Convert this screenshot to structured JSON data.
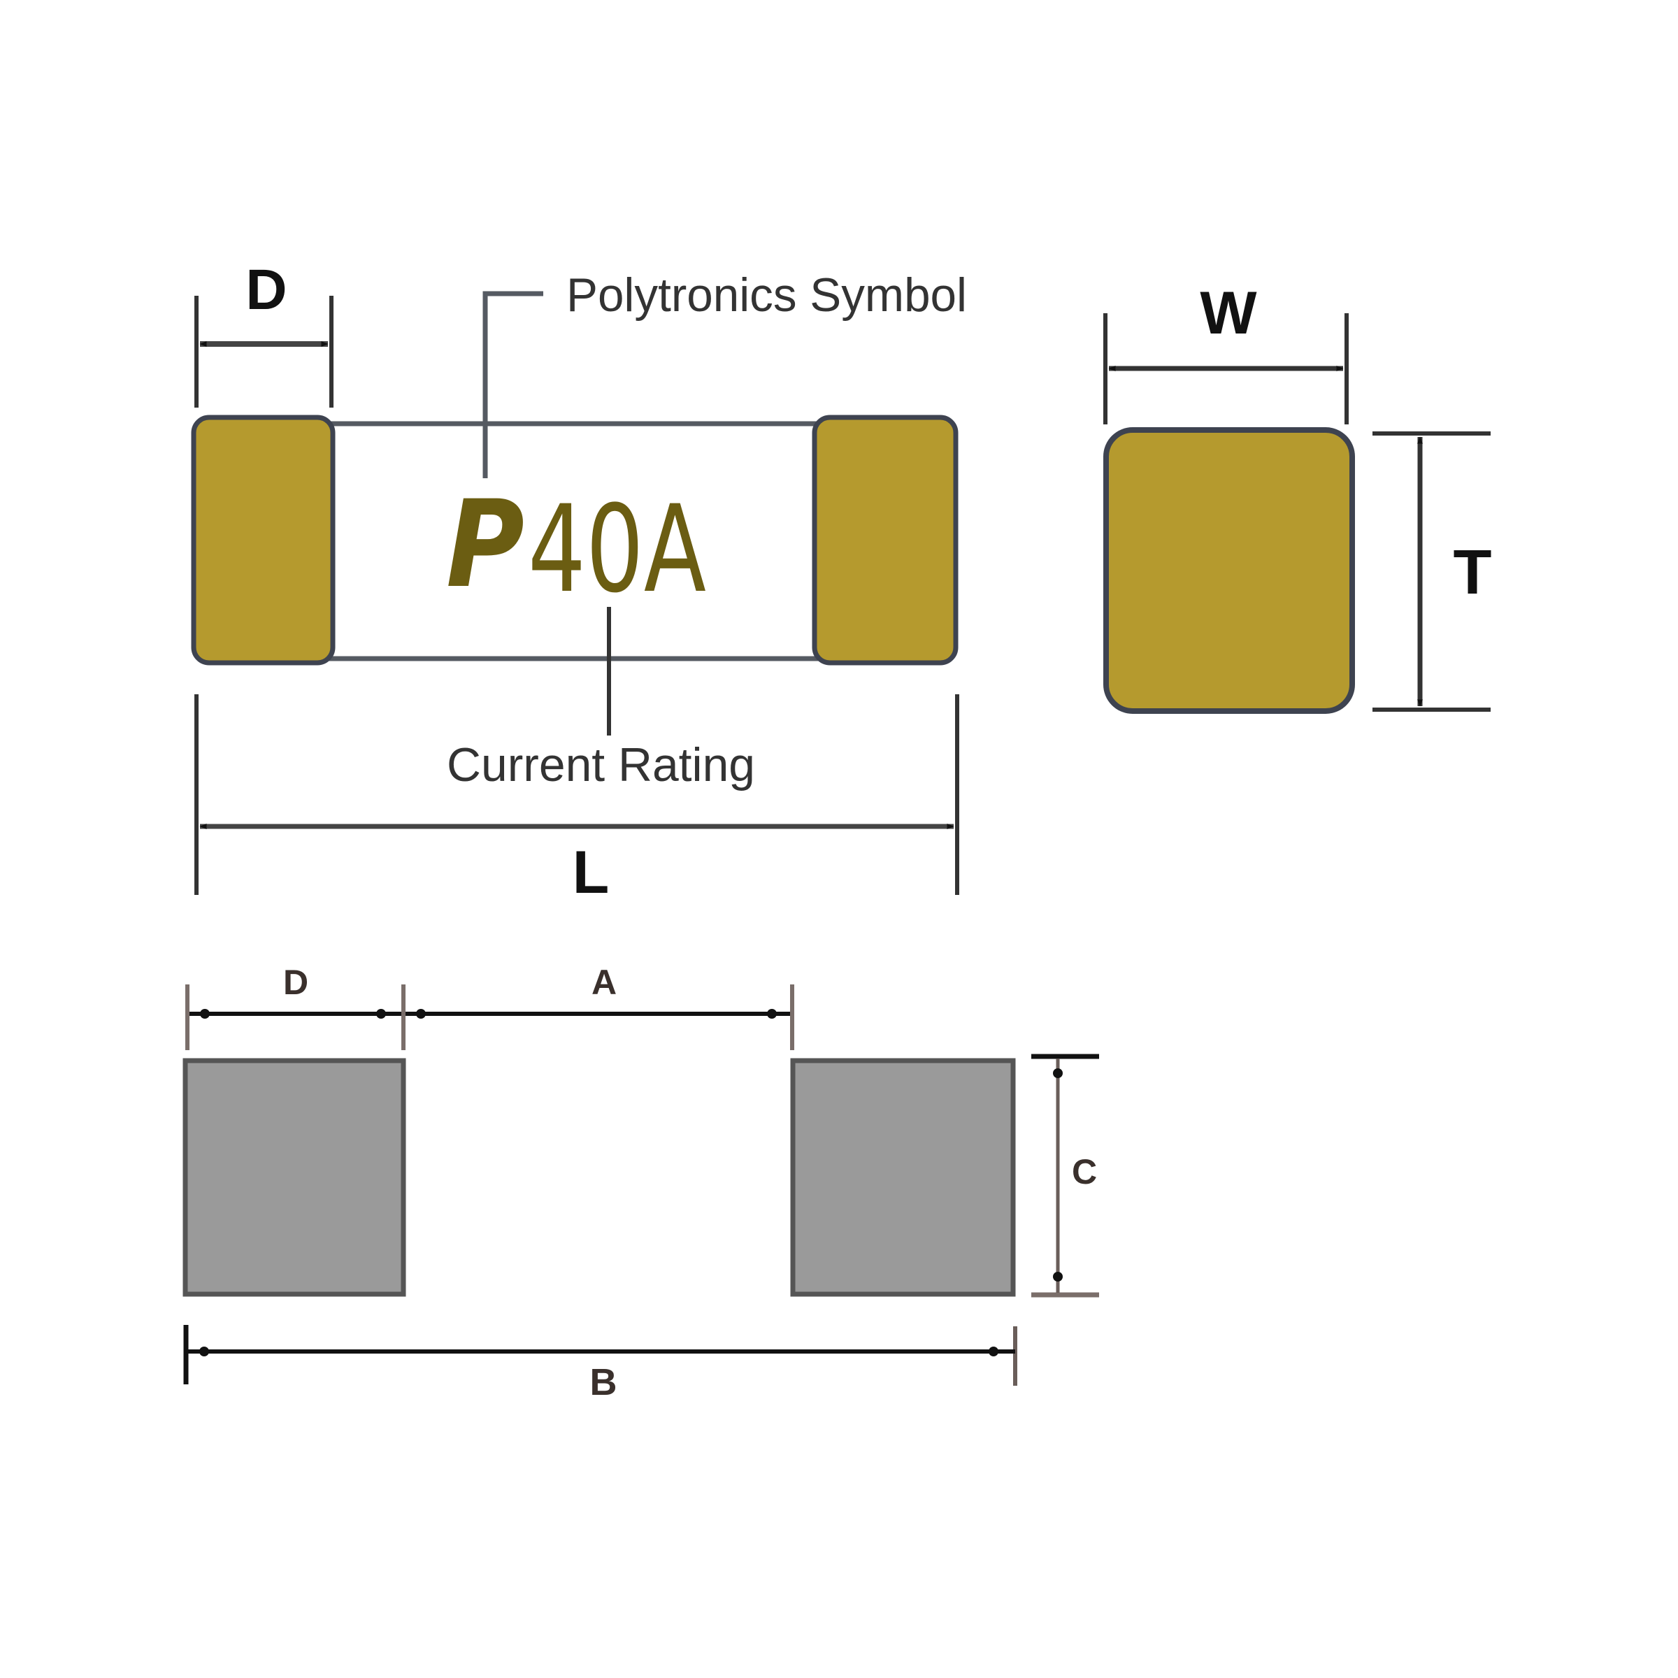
{
  "diagram": {
    "subject": "SMD fuse outline and land pattern",
    "colors": {
      "background": "#ffffff",
      "terminal_fill": "#b59a2e",
      "terminal_border": "#3e4350",
      "body_fill": "#ffffff",
      "body_border": "#555a62",
      "marking_text": "#6b5d12",
      "pad_fill": "#9a9a9a",
      "pad_border": "#555555",
      "dimension_line": "#222222",
      "note_text": "#333333"
    },
    "top_view": {
      "marking": {
        "symbol": "P",
        "rating": "40A"
      },
      "callouts": {
        "symbol_label": "Polytronics Symbol",
        "rating_label": "Current Rating"
      },
      "dimensions": {
        "terminal_width": "D",
        "length": "L"
      }
    },
    "end_view": {
      "dimensions": {
        "width": "W",
        "thickness": "T"
      }
    },
    "land_pattern": {
      "dimensions": {
        "pad_width": "D",
        "pad_gap": "A",
        "pad_height": "C",
        "overall": "B"
      }
    }
  }
}
